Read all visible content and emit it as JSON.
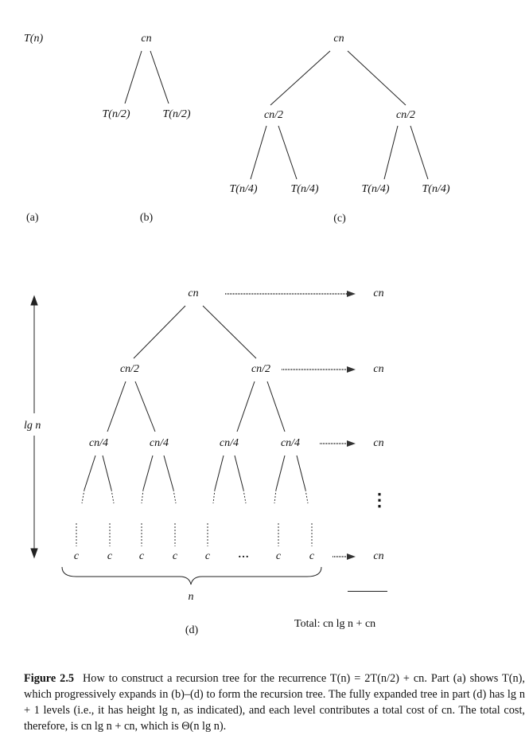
{
  "panel_a": {
    "node": "T(n)",
    "label": "(a)"
  },
  "panel_b": {
    "root": "cn",
    "leaves": [
      "T(n/2)",
      "T(n/2)"
    ],
    "label": "(b)"
  },
  "panel_c": {
    "root": "cn",
    "mid": [
      "cn/2",
      "cn/2"
    ],
    "leaves": [
      "T(n/4)",
      "T(n/4)",
      "T(n/4)",
      "T(n/4)"
    ],
    "label": "(c)"
  },
  "panel_d": {
    "root": "cn",
    "level1": [
      "cn/2",
      "cn/2"
    ],
    "level2": [
      "cn/4",
      "cn/4",
      "cn/4",
      "cn/4"
    ],
    "leaves": [
      "c",
      "c",
      "c",
      "c",
      "c",
      "c",
      "c"
    ],
    "ellipsis": "…",
    "height_label": "lg n",
    "brace_label": "n",
    "level_costs": [
      "cn",
      "cn",
      "cn",
      "cn"
    ],
    "vdots": "⋮",
    "total": "Total: cn lg n + cn",
    "label": "(d)"
  },
  "caption": {
    "label": "Figure 2.5",
    "text": "How to construct a recursion tree for the recurrence T(n) = 2T(n/2) + cn. Part (a) shows T(n), which progressively expands in (b)–(d) to form the recursion tree. The fully expanded tree in part (d) has lg n + 1 levels (i.e., it has height lg n, as indicated), and each level contributes a total cost of cn. The total cost, therefore, is cn lg n + cn, which is Θ(n lg n)."
  }
}
